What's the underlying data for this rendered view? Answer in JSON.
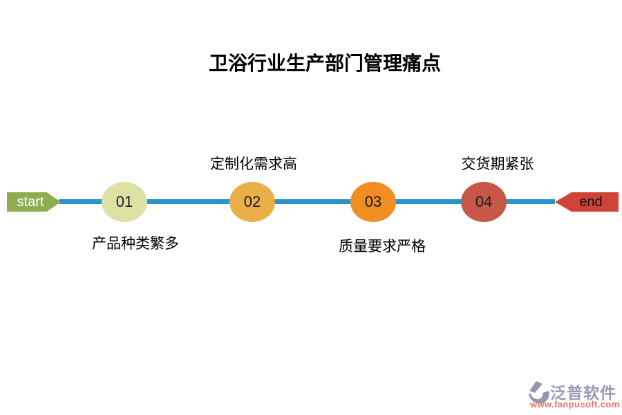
{
  "title": "卫浴行业生产部门管理痛点",
  "timeline": {
    "start_label": "start",
    "end_label": "end",
    "colors": {
      "line": "#2b93cd",
      "start_flag": "#8ead52",
      "end_flag": "#cf4338",
      "start_text": "#ffffff",
      "end_text": "#111111",
      "number_text": "#1b1b1b",
      "label_text": "#000000"
    },
    "nodes": [
      {
        "number": "01",
        "label": "产品种类繁多",
        "label_position": "below",
        "color": "#dde2a4"
      },
      {
        "number": "02",
        "label": "定制化需求高",
        "label_position": "above",
        "color": "#ebaf4a"
      },
      {
        "number": "03",
        "label": "质量要求严格",
        "label_position": "below",
        "color": "#f08d23"
      },
      {
        "number": "04",
        "label": "交货期紧张",
        "label_position": "above",
        "color": "#c85749"
      }
    ]
  },
  "watermark": {
    "brand": "泛普软件",
    "url": "www.fanpusoft.com",
    "brand_color": "#989ab6",
    "url_color": "#e0756b",
    "logo_color": "#9496b0"
  }
}
